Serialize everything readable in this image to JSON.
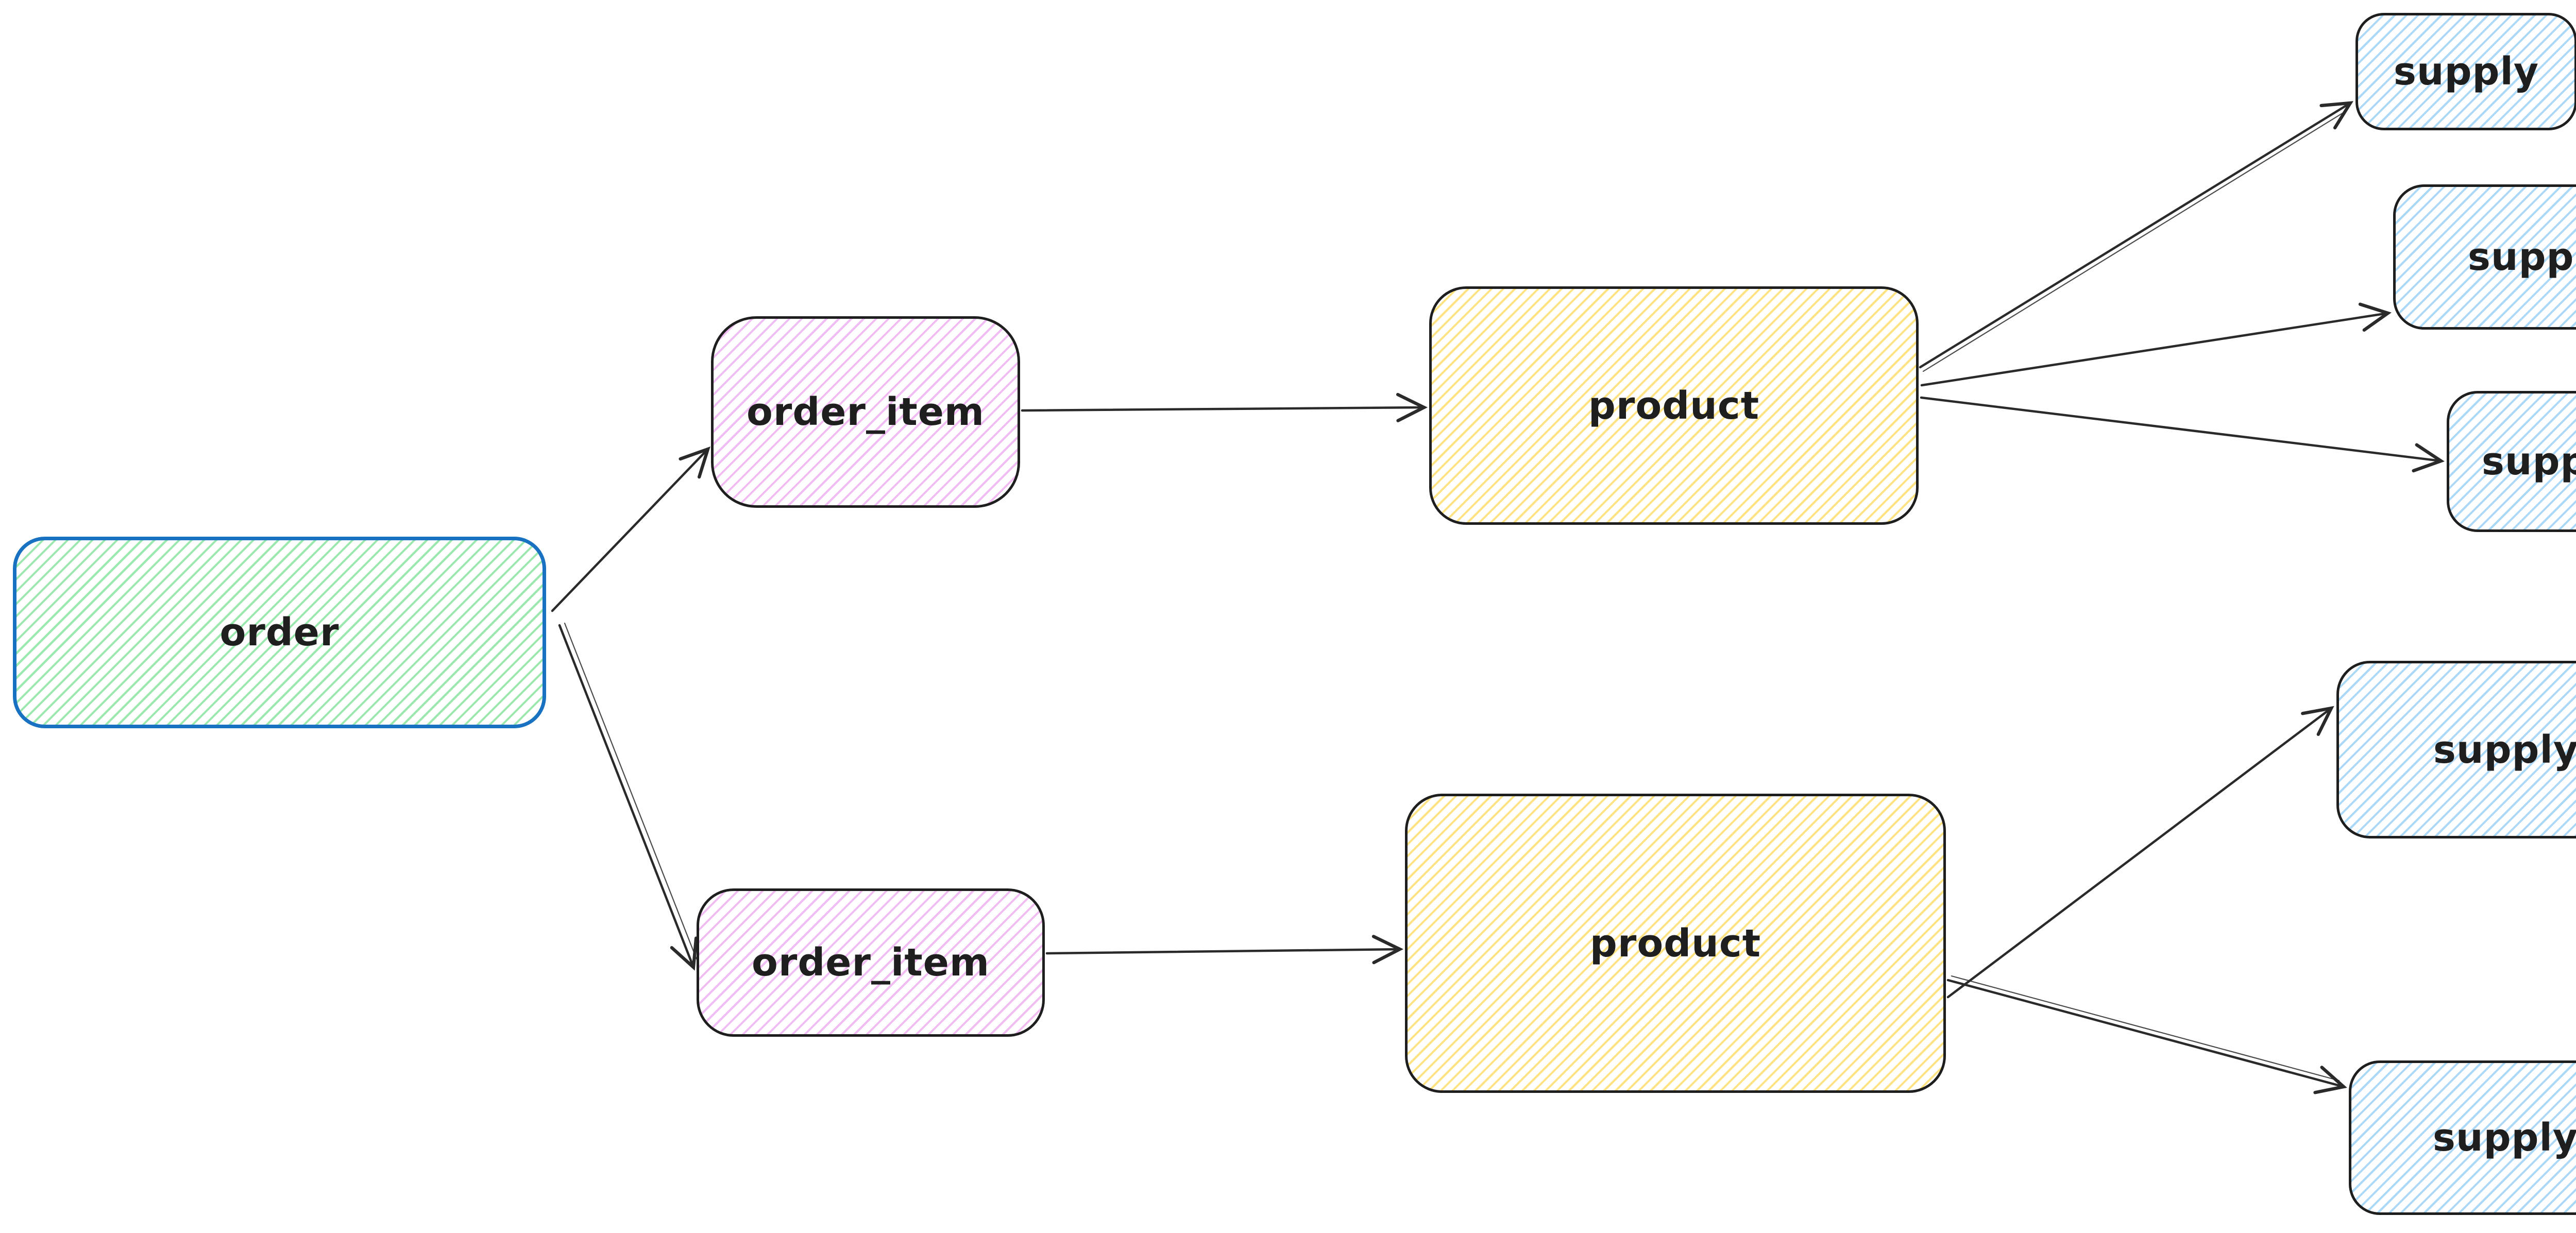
{
  "diagram": {
    "background_color": "#ffffff",
    "edge_color": "#2a2a2a",
    "text_color": "#1e1e1e",
    "nodes": {
      "order": {
        "label": "order",
        "fill_color": "#b2f2bb",
        "stroke_color": "#1971c2"
      },
      "order_item_top": {
        "label": "order_item",
        "fill_color": "#eebefa",
        "stroke_color": "#1e1e1e"
      },
      "order_item_bottom": {
        "label": "order_item",
        "fill_color": "#eebefa",
        "stroke_color": "#1e1e1e"
      },
      "product_top": {
        "label": "product",
        "fill_color": "#ffec99",
        "stroke_color": "#1e1e1e"
      },
      "product_bottom": {
        "label": "product",
        "fill_color": "#ffec99",
        "stroke_color": "#1e1e1e"
      },
      "supply_1": {
        "label": "supply",
        "fill_color": "#a5d8ff",
        "stroke_color": "#1e1e1e"
      },
      "supply_2": {
        "label": "supply",
        "fill_color": "#a5d8ff",
        "stroke_color": "#1e1e1e"
      },
      "supply_3": {
        "label": "supply",
        "fill_color": "#a5d8ff",
        "stroke_color": "#1e1e1e"
      },
      "supply_4": {
        "label": "supply",
        "fill_color": "#a5d8ff",
        "stroke_color": "#1e1e1e"
      },
      "supply_5": {
        "label": "supply",
        "fill_color": "#a5d8ff",
        "stroke_color": "#1e1e1e"
      }
    },
    "edges": [
      {
        "from": "order",
        "to": "order_item_top"
      },
      {
        "from": "order",
        "to": "order_item_bottom"
      },
      {
        "from": "order_item_top",
        "to": "product_top"
      },
      {
        "from": "order_item_bottom",
        "to": "product_bottom"
      },
      {
        "from": "product_top",
        "to": "supply_1"
      },
      {
        "from": "product_top",
        "to": "supply_2"
      },
      {
        "from": "product_top",
        "to": "supply_3"
      },
      {
        "from": "product_bottom",
        "to": "supply_4"
      },
      {
        "from": "product_bottom",
        "to": "supply_5"
      }
    ]
  }
}
